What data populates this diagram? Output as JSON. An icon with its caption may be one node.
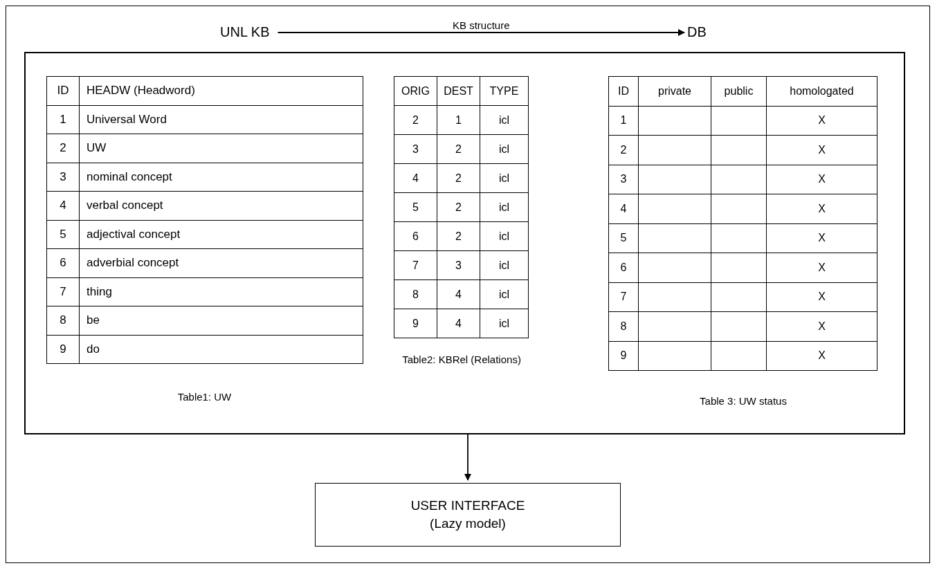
{
  "diagram": {
    "nodes": [
      {
        "text": [
          "UNL KB"
        ]
      },
      {
        "text": [
          "DB"
        ]
      },
      {
        "text": [],
        "shape": "box"
      },
      {
        "text": [
          "USER INTERFACE",
          "(Lazy model)"
        ]
      }
    ],
    "edges": [
      {
        "from": 0,
        "to": 1,
        "arrow": "to",
        "label": "KB structure"
      },
      {
        "from": 2,
        "to": 3,
        "arrow": "to"
      }
    ],
    "labels": [
      "ID",
      "HEADW (Headword)",
      "1",
      "Universal Word",
      "2",
      "UW",
      "3",
      "nominal concept",
      "4",
      "verbal concept",
      "5",
      "adjectival concept",
      "6",
      "adverbial concept",
      "7",
      "thing",
      "8",
      "be",
      "9",
      "do",
      "Table1: UW",
      "ORIG",
      "DEST",
      "TYPE",
      "2",
      "1",
      "icl",
      "3",
      "2",
      "icl",
      "4",
      "2",
      "icl",
      "5",
      "2",
      "icl",
      "6",
      "2",
      "icl",
      "7",
      "3",
      "icl",
      "8",
      "4",
      "icl",
      "9",
      "4",
      "icl",
      "Table2: KBRel (Relations)",
      "ID",
      "private",
      "public",
      "homologated",
      "1",
      "X",
      "2",
      "X",
      "3",
      "X",
      "4",
      "X",
      "5",
      "X",
      "6",
      "X",
      "7",
      "X",
      "8",
      "X",
      "9",
      "X",
      "Table 3: UW status"
    ]
  }
}
